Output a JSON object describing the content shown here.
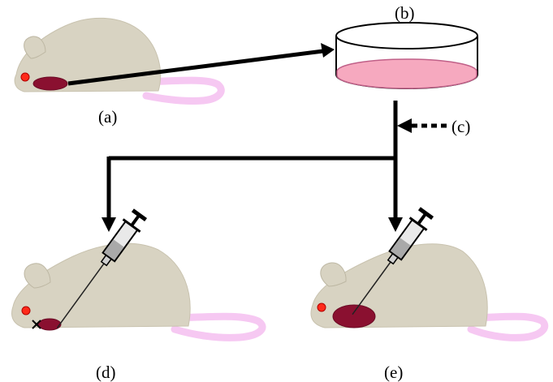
{
  "labels": {
    "a": "(a)",
    "b": "(b)",
    "c": "(c)",
    "d": "(d)",
    "e": "(e)"
  },
  "colors": {
    "mouse_body": "#d8d3c2",
    "tail": "#f6c8f2",
    "eye": "#ff2a1a",
    "tumor": "#8a1030",
    "dish_medium": "#f6a9bf"
  },
  "icons": [
    "mouse-icon",
    "petri-dish-icon",
    "syringe-icon",
    "tumor-icon",
    "cross-mark-icon"
  ]
}
